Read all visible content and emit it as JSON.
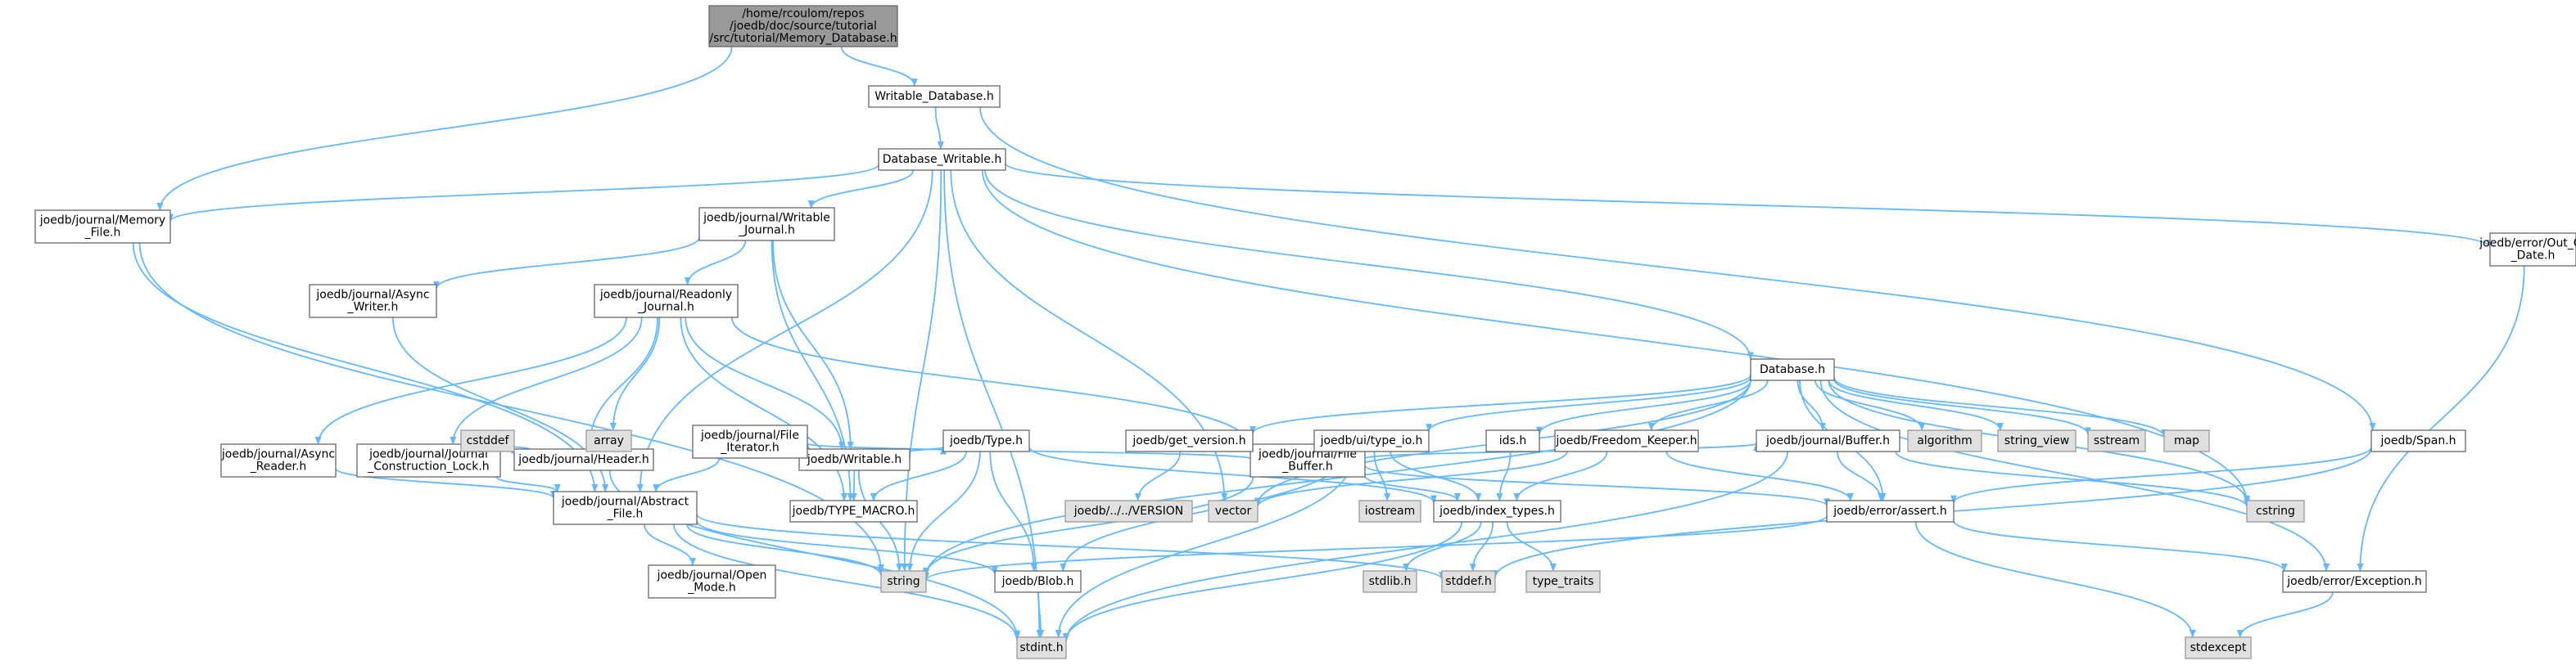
{
  "colors": {
    "edge": "#63b8ff",
    "box_fill": "#ffffff",
    "box_stroke": "#666666",
    "system_fill": "#e0e0e0",
    "system_stroke": "#999999",
    "root_fill": "#999999",
    "root_stroke": "#666666",
    "text": "#000000"
  },
  "nodes": [
    {
      "id": "root",
      "kind": "root",
      "lines": [
        "/home/rcoulom/repos",
        "/joedb/doc/source/tutorial",
        "/src/tutorial/Memory_Database.h"
      ]
    },
    {
      "id": "writable_database",
      "kind": "file",
      "lines": [
        "Writable_Database.h"
      ]
    },
    {
      "id": "database_writable",
      "kind": "file",
      "lines": [
        "Database_Writable.h"
      ]
    },
    {
      "id": "memory_file",
      "kind": "file",
      "lines": [
        "joedb/journal/Memory",
        "_File.h"
      ]
    },
    {
      "id": "writable_journal",
      "kind": "file",
      "lines": [
        "joedb/journal/Writable",
        "_Journal.h"
      ]
    },
    {
      "id": "async_writer",
      "kind": "file",
      "lines": [
        "joedb/journal/Async",
        "_Writer.h"
      ]
    },
    {
      "id": "readonly_journal",
      "kind": "file",
      "lines": [
        "joedb/journal/Readonly",
        "_Journal.h"
      ]
    },
    {
      "id": "async_reader",
      "kind": "file",
      "lines": [
        "joedb/journal/Async",
        "_Reader.h"
      ]
    },
    {
      "id": "construction_lock",
      "kind": "file",
      "lines": [
        "joedb/journal/Journal",
        "_Construction_Lock.h"
      ]
    },
    {
      "id": "header",
      "kind": "file",
      "lines": [
        "joedb/journal/Header.h"
      ]
    },
    {
      "id": "writable",
      "kind": "file",
      "lines": [
        "joedb/Writable.h"
      ]
    },
    {
      "id": "file_buffer",
      "kind": "file",
      "lines": [
        "joedb/journal/File",
        "_Buffer.h"
      ]
    },
    {
      "id": "file_iterator",
      "kind": "file",
      "lines": [
        "joedb/journal/File",
        "_Iterator.h"
      ]
    },
    {
      "id": "type",
      "kind": "file",
      "lines": [
        "joedb/Type.h"
      ]
    },
    {
      "id": "abstract_file",
      "kind": "file",
      "lines": [
        "joedb/journal/Abstract",
        "_File.h"
      ]
    },
    {
      "id": "type_macro",
      "kind": "file",
      "lines": [
        "joedb/TYPE_MACRO.h"
      ]
    },
    {
      "id": "open_mode",
      "kind": "file",
      "lines": [
        "joedb/journal/Open",
        "_Mode.h"
      ]
    },
    {
      "id": "blob",
      "kind": "file",
      "lines": [
        "joedb/Blob.h"
      ]
    },
    {
      "id": "database",
      "kind": "file",
      "lines": [
        "Database.h"
      ]
    },
    {
      "id": "get_version",
      "kind": "file",
      "lines": [
        "joedb/get_version.h"
      ]
    },
    {
      "id": "type_io",
      "kind": "file",
      "lines": [
        "joedb/ui/type_io.h"
      ]
    },
    {
      "id": "ids",
      "kind": "file",
      "lines": [
        "ids.h"
      ]
    },
    {
      "id": "freedom_keeper",
      "kind": "file",
      "lines": [
        "joedb/Freedom_Keeper.h"
      ]
    },
    {
      "id": "buffer",
      "kind": "file",
      "lines": [
        "joedb/journal/Buffer.h"
      ]
    },
    {
      "id": "index_types",
      "kind": "file",
      "lines": [
        "joedb/index_types.h"
      ]
    },
    {
      "id": "assert",
      "kind": "file",
      "lines": [
        "joedb/error/assert.h"
      ]
    },
    {
      "id": "span",
      "kind": "file",
      "lines": [
        "joedb/Span.h"
      ]
    },
    {
      "id": "out_of_date",
      "kind": "file",
      "lines": [
        "joedb/error/Out_Of",
        "_Date.h"
      ]
    },
    {
      "id": "exception",
      "kind": "file",
      "lines": [
        "joedb/error/Exception.h"
      ]
    },
    {
      "id": "cstddef",
      "kind": "system",
      "lines": [
        "cstddef"
      ]
    },
    {
      "id": "array",
      "kind": "system",
      "lines": [
        "array"
      ]
    },
    {
      "id": "string",
      "kind": "system",
      "lines": [
        "string"
      ]
    },
    {
      "id": "stdint",
      "kind": "system",
      "lines": [
        "stdint.h"
      ]
    },
    {
      "id": "version",
      "kind": "system",
      "lines": [
        "joedb/../../VERSION"
      ]
    },
    {
      "id": "vector",
      "kind": "system",
      "lines": [
        "vector"
      ]
    },
    {
      "id": "iostream",
      "kind": "system",
      "lines": [
        "iostream"
      ]
    },
    {
      "id": "stdlib",
      "kind": "system",
      "lines": [
        "stdlib.h"
      ]
    },
    {
      "id": "stddef",
      "kind": "system",
      "lines": [
        "stddef.h"
      ]
    },
    {
      "id": "type_traits",
      "kind": "system",
      "lines": [
        "type_traits"
      ]
    },
    {
      "id": "algorithm",
      "kind": "system",
      "lines": [
        "algorithm"
      ]
    },
    {
      "id": "string_view",
      "kind": "system",
      "lines": [
        "string_view"
      ]
    },
    {
      "id": "sstream",
      "kind": "system",
      "lines": [
        "sstream"
      ]
    },
    {
      "id": "map",
      "kind": "system",
      "lines": [
        "map"
      ]
    },
    {
      "id": "cstring",
      "kind": "system",
      "lines": [
        "cstring"
      ]
    },
    {
      "id": "stdexcept",
      "kind": "system",
      "lines": [
        "stdexcept"
      ]
    }
  ],
  "edges": [
    [
      "root",
      "writable_database"
    ],
    [
      "root",
      "memory_file"
    ],
    [
      "writable_database",
      "database_writable"
    ],
    [
      "writable_database",
      "span"
    ],
    [
      "database_writable",
      "memory_file"
    ],
    [
      "database_writable",
      "writable_journal"
    ],
    [
      "database_writable",
      "database"
    ],
    [
      "database_writable",
      "abstract_file"
    ],
    [
      "database_writable",
      "out_of_date"
    ],
    [
      "database_writable",
      "cstring"
    ],
    [
      "database_writable",
      "vector"
    ],
    [
      "database_writable",
      "stdint"
    ],
    [
      "database_writable",
      "string"
    ],
    [
      "memory_file",
      "abstract_file"
    ],
    [
      "memory_file",
      "string"
    ],
    [
      "writable_journal",
      "async_writer"
    ],
    [
      "writable_journal",
      "readonly_journal"
    ],
    [
      "writable_journal",
      "writable"
    ],
    [
      "writable_journal",
      "type_macro"
    ],
    [
      "async_writer",
      "abstract_file"
    ],
    [
      "readonly_journal",
      "async_reader"
    ],
    [
      "readonly_journal",
      "construction_lock"
    ],
    [
      "readonly_journal",
      "header"
    ],
    [
      "readonly_journal",
      "writable"
    ],
    [
      "readonly_journal",
      "file_buffer"
    ],
    [
      "readonly_journal",
      "type_macro"
    ],
    [
      "readonly_journal",
      "array"
    ],
    [
      "async_reader",
      "abstract_file"
    ],
    [
      "construction_lock",
      "abstract_file"
    ],
    [
      "header",
      "cstddef"
    ],
    [
      "header",
      "array"
    ],
    [
      "header",
      "stdint"
    ],
    [
      "writable",
      "type"
    ],
    [
      "writable",
      "type_macro"
    ],
    [
      "writable",
      "string"
    ],
    [
      "file_buffer",
      "file_iterator"
    ],
    [
      "file_buffer",
      "buffer"
    ],
    [
      "file_buffer",
      "index_types"
    ],
    [
      "file_buffer",
      "assert"
    ],
    [
      "file_buffer",
      "string"
    ],
    [
      "file_iterator",
      "abstract_file"
    ],
    [
      "type",
      "type_macro"
    ],
    [
      "type",
      "blob"
    ],
    [
      "type",
      "index_types"
    ],
    [
      "type",
      "string"
    ],
    [
      "abstract_file",
      "open_mode"
    ],
    [
      "abstract_file",
      "blob"
    ],
    [
      "abstract_file",
      "string"
    ],
    [
      "abstract_file",
      "stdint"
    ],
    [
      "abstract_file",
      "stddef"
    ],
    [
      "blob",
      "stdint"
    ],
    [
      "database",
      "get_version"
    ],
    [
      "database",
      "type_io"
    ],
    [
      "database",
      "ids"
    ],
    [
      "database",
      "freedom_keeper"
    ],
    [
      "database",
      "buffer"
    ],
    [
      "database",
      "algorithm"
    ],
    [
      "database",
      "string_view"
    ],
    [
      "database",
      "sstream"
    ],
    [
      "database",
      "map"
    ],
    [
      "database",
      "cstring"
    ],
    [
      "database",
      "vector"
    ],
    [
      "database",
      "string"
    ],
    [
      "database",
      "assert"
    ],
    [
      "database",
      "exception"
    ],
    [
      "get_version",
      "version"
    ],
    [
      "type_io",
      "index_types"
    ],
    [
      "type_io",
      "blob"
    ],
    [
      "type_io",
      "iostream"
    ],
    [
      "type_io",
      "stdint"
    ],
    [
      "ids",
      "index_types"
    ],
    [
      "freedom_keeper",
      "index_types"
    ],
    [
      "freedom_keeper",
      "assert"
    ],
    [
      "freedom_keeper",
      "vector"
    ],
    [
      "buffer",
      "assert"
    ],
    [
      "buffer",
      "stdint"
    ],
    [
      "buffer",
      "cstring"
    ],
    [
      "index_types",
      "stddef"
    ],
    [
      "index_types",
      "stdlib"
    ],
    [
      "index_types",
      "type_traits"
    ],
    [
      "index_types",
      "stdint"
    ],
    [
      "assert",
      "exception"
    ],
    [
      "assert",
      "stdexcept"
    ],
    [
      "assert",
      "string"
    ],
    [
      "span",
      "assert"
    ],
    [
      "span",
      "stddef"
    ],
    [
      "out_of_date",
      "exception"
    ],
    [
      "exception",
      "stdexcept"
    ]
  ]
}
